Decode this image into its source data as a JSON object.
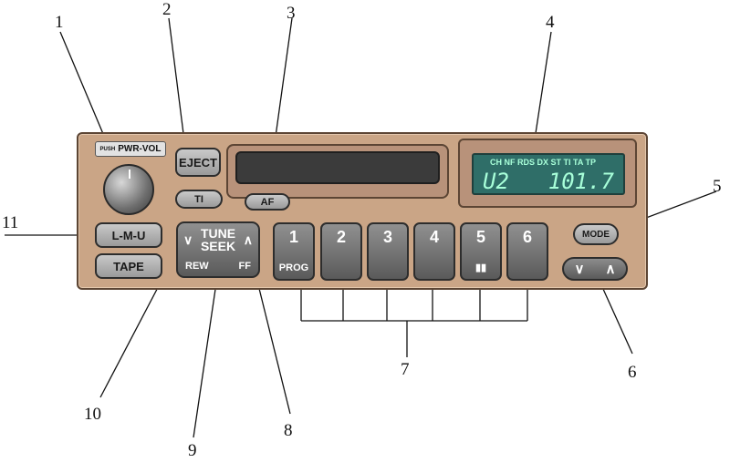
{
  "knob": {
    "label_push": "PUSH",
    "label": "PWR-VOL"
  },
  "buttons": {
    "eject": "EJECT",
    "ti": "TI",
    "af": "AF",
    "band": "L-M-U",
    "tape": "TAPE",
    "mode": "MODE"
  },
  "tune": {
    "line1": "TUNE",
    "line2": "SEEK",
    "down": "∨",
    "up": "∧",
    "rew": "REW",
    "ff": "FF"
  },
  "seek": {
    "down": "∨",
    "up": "∧"
  },
  "display": {
    "indicators": "CH NF RDS DX ST TI TA TP",
    "band": "U2",
    "frequency": "101.7"
  },
  "presets": [
    {
      "num": "1",
      "sub": "PROG"
    },
    {
      "num": "2",
      "sub": ""
    },
    {
      "num": "3",
      "sub": ""
    },
    {
      "num": "4",
      "sub": ""
    },
    {
      "num": "5",
      "sub": "▮▮"
    },
    {
      "num": "6",
      "sub": ""
    }
  ],
  "callouts": [
    "1",
    "2",
    "3",
    "4",
    "5",
    "6",
    "7",
    "8",
    "9",
    "10",
    "11"
  ],
  "colors": {
    "panel": "#caa586",
    "lcd": "#2f6e68",
    "lcd_text": "#a8ffd9"
  }
}
